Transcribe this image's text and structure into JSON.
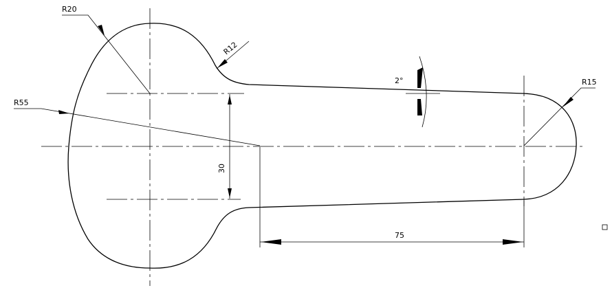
{
  "labels": {
    "r20": "R20",
    "r12": "R12",
    "r55": "R55",
    "r15": "R15",
    "angle": "2°",
    "height": "30",
    "length": "75"
  },
  "colors": {
    "line": "#000000",
    "background": "#ffffff"
  }
}
